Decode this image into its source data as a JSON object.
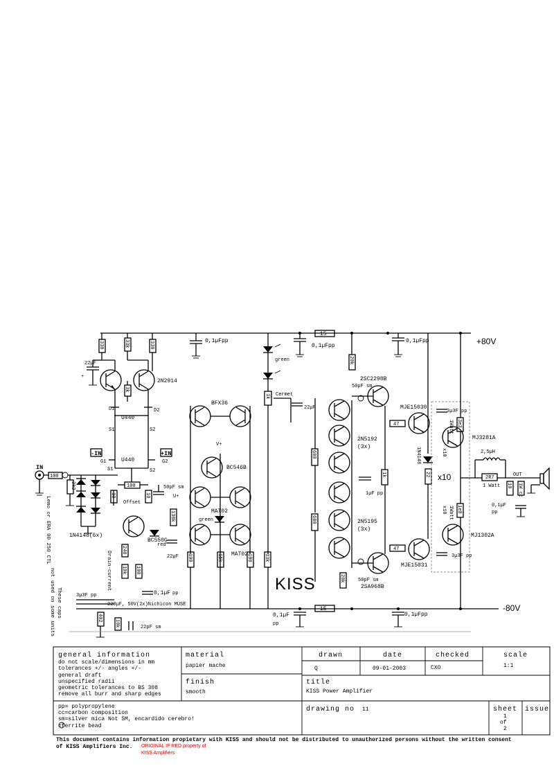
{
  "schematic": {
    "title_mark": "KISS",
    "rails": {
      "positive": "+80V",
      "negative": "-80V"
    },
    "input": {
      "label": "IN",
      "neg_in_left": "-IN",
      "pos_in_right": "+IN"
    },
    "transistors": {
      "input_pair": "2N2914",
      "jfet_upper": "U440",
      "jfet_lower": "U440",
      "jfet_pins": {
        "d1": "D1",
        "d2": "D2",
        "s1": "S1",
        "s2": "S2",
        "g1": "G1",
        "g2": "G2"
      },
      "current_src": "BC550C",
      "bfx": "BFX36",
      "vbe": "BC546B",
      "mat_upper": "MAT02",
      "mat_lower": "MAT02",
      "predriver_top": "2SC2298B",
      "predriver_bot": "2SA968B",
      "array_top": "2N5192",
      "array_top_qty": "(3x)",
      "array_bot": "2N5195",
      "array_bot_qty": "(3x)",
      "driver_top": "MJE15030",
      "driver_bot": "MJE15031",
      "output_top": "MJ3281A",
      "output_bot": "MJ1302A",
      "output_mult": "x10"
    },
    "resistors": {
      "r330a": "330",
      "r33k": "33k",
      "r330b": "330",
      "r3k": "3k",
      "r100in": "100",
      "r2k2": "2k2",
      "r100off": "100",
      "r10a": "10",
      "r10b": "10",
      "r240": "240",
      "r10k": "10k",
      "r100b": "100",
      "r402": "402",
      "r10kb": "10k",
      "r130k": "130k",
      "r100c": "100",
      "r15k": "15k",
      "r100d": "100",
      "r33kb": "33k",
      "r1k": "1k",
      "r20ka": "20k",
      "r680a": "680",
      "r680b": "680",
      "r1kb": "1k",
      "r20kb": "20k",
      "r15a": "15",
      "r15b": "15",
      "r47a": "47",
      "r47b": "47",
      "r22": "22",
      "r3e3": "3e3",
      "r1e0": "1e0",
      "r1watt_a": "1Watt",
      "r1watt_b": "1Watt",
      "r2r7": "2R7",
      "r2r7_note": "1 Watt",
      "r10": "10",
      "r10_note": "1W cc"
    },
    "capacitors": {
      "c1top": "0,1µFpp",
      "c2top": "0,1µFpp",
      "c3top": "0,1µFpp",
      "c22uf": "22µF",
      "c50pf_a": "50pF sm",
      "c22uf_b": "22µF",
      "c50pf_top": "50pF sm",
      "c50pf_bot": "50pF sm",
      "c1ufpp": "1µF pp",
      "c22uf_c": "22µF",
      "c3u3_top": "3µ3F pp",
      "c3u3_bot": "3µ3F pp",
      "c01_out": "0,1µF",
      "c01_out_note": "pp",
      "c01_bot_a": "0,1µF",
      "c01_bot_a_note": "pp",
      "c01_bot_b": "0,1µFpp",
      "c01_mid": "0,1µF",
      "c01_mid_note": "pp",
      "c3u3_in": "3µ3F pp",
      "c220": "220µF, 50V(2x)Nichicon MUSE",
      "c22pf": "22pF sm"
    },
    "inductor": "2,5µH",
    "out_label": "OUT",
    "diodes": {
      "bridge": "1N4148(6x)",
      "led_green_top": "green",
      "cermet": "Cermet",
      "pot_1k": "1k",
      "led_green_mid": "green",
      "led_red": "red",
      "d1n4148": "1N4148"
    },
    "notes": {
      "offset": "Offset",
      "drain_current": "Drain-current",
      "input_lemo": "Lemo or ERA 00 250 CTL",
      "caps_note_a": "These caps",
      "caps_note_b": "not used on some units",
      "vplus_a": "V+",
      "vplus_b": "U+"
    }
  },
  "title_block": {
    "general_information_heading": "general information",
    "gen_lines": [
      "do not scale/dimensions in mm",
      "tolerances +/-          angles +/-",
      "general draft",
      "unspecified radii",
      "geometric tolerances to BS 308",
      "remove all burr and sharp edges"
    ],
    "material_heading": "material",
    "material_value": "papier mache",
    "finish_heading": "finish",
    "finish_value": "smooth",
    "drawn_heading": "drawn",
    "drawn_value": "Q",
    "date_heading": "date",
    "date_value": "09-01-2003",
    "checked_heading": "checked",
    "checked_value": "CXO",
    "scale_heading": "scale",
    "scale_value": "1:1",
    "title_heading": "title",
    "title_value": "KISS Power Amplifier",
    "drawing_no_label": "drawing no",
    "drawing_no_value": "11",
    "sheet_heading": "sheet",
    "sheet_value": "1",
    "sheet_of": "of",
    "sheet_total": "2",
    "issue_heading": "issue",
    "legend": [
      "pp= polypropylene",
      "cc=carbon composition",
      "sm=silver mica Not SM, encardido cerebro!",
      "  =ferrite bead"
    ],
    "proprietary_line1": "This document contains information propietary with KISS and should not be distributed to unauthorized persons without the written consent",
    "proprietary_line2": "of KISS Amplifiers Inc.",
    "red_line1": "ORIGINAL IF RED property of",
    "red_line2": "KISS Amplifiers"
  }
}
